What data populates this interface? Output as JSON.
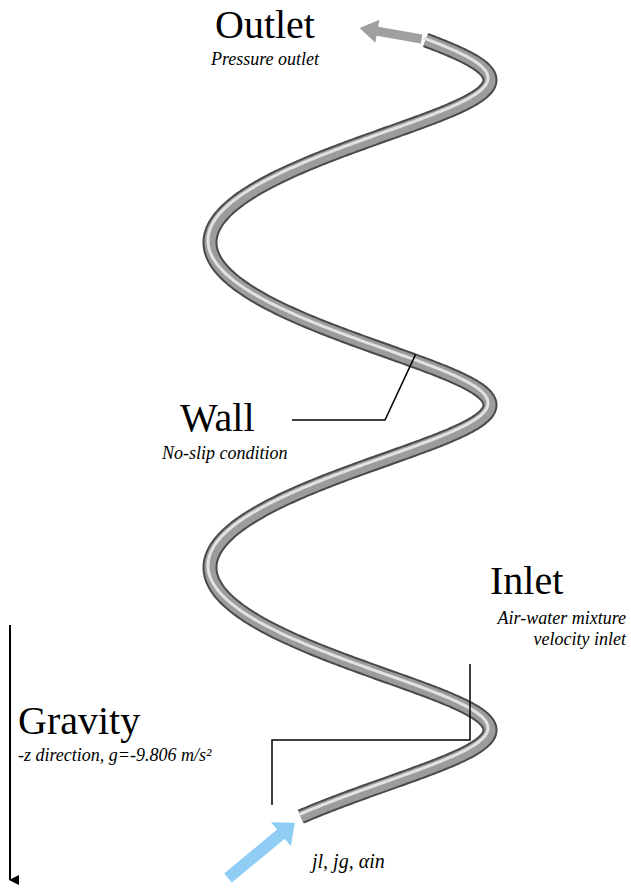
{
  "diagram": {
    "labels": [
      "Outlet",
      "Pressure outlet",
      "Wall",
      "No-slip condition",
      "Inlet",
      "Air-water mixture velocity inlet",
      "Gravity",
      "-z direction, g=-9.806 m/s²",
      "jl, jg, αin"
    ]
  }
}
